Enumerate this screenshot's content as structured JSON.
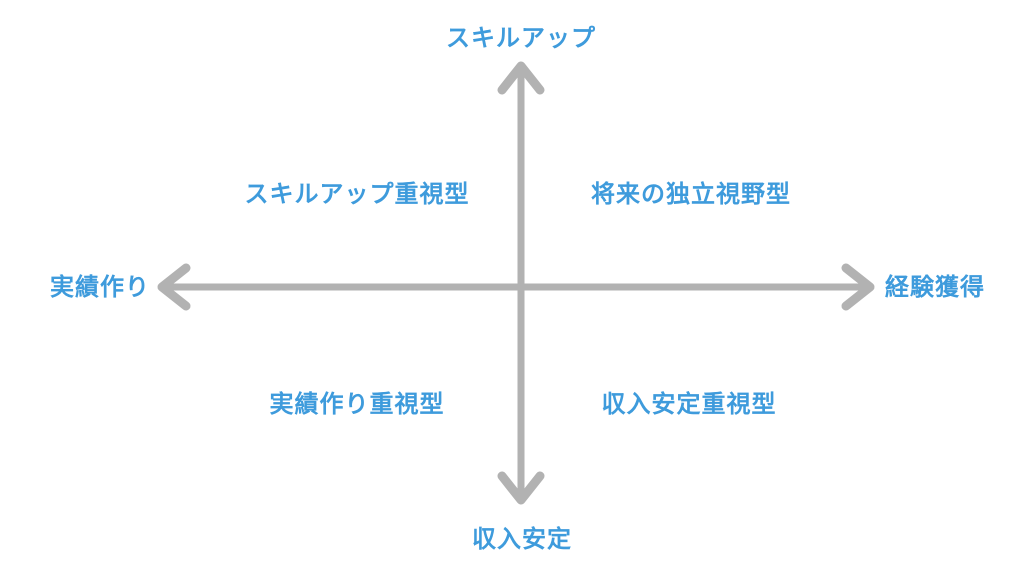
{
  "diagram": {
    "axes": {
      "top": "スキルアップ",
      "bottom": "収入安定",
      "left": "実績作り",
      "right": "経験獲得"
    },
    "quadrants": {
      "top_left": "スキルアップ重視型",
      "top_right": "将来の独立視野型",
      "bottom_left": "実績作り重視型",
      "bottom_right": "収入安定重視型"
    },
    "colors": {
      "label_blue": "#3e9bdc",
      "axis_gray": "#b2b2b2",
      "background": "#ffffff"
    }
  }
}
